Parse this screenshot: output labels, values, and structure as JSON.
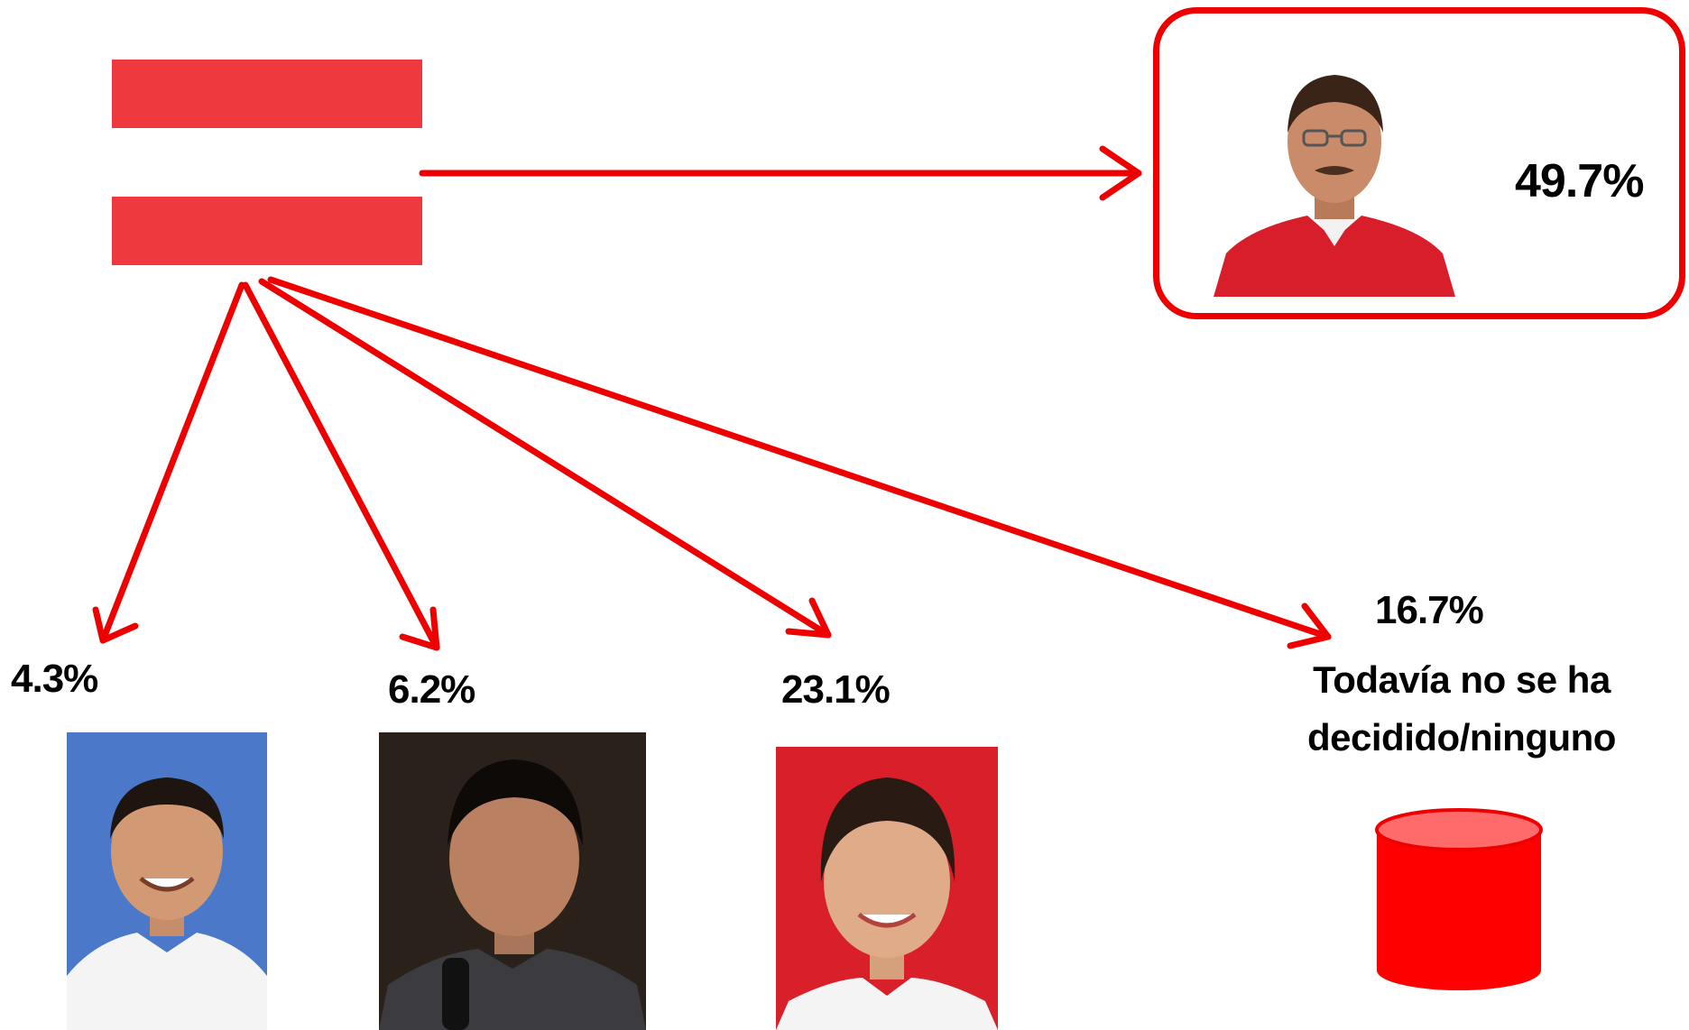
{
  "colors": {
    "accent": "#ee0000",
    "flag_stripe": "#ee3a3f",
    "cylinder_top": "#ff6b6b",
    "cylinder_body": "#ff0000"
  },
  "party_symbol": {
    "icon": "red-white-red-flag-icon"
  },
  "winner": {
    "percentage": "49.7%",
    "photo_icon": "candidate-portrait-red-shirt"
  },
  "candidates": [
    {
      "percentage": "4.3%",
      "photo_icon": "candidate-portrait-blue-background"
    },
    {
      "percentage": "6.2%",
      "photo_icon": "candidate-portrait-dark-background"
    },
    {
      "percentage": "23.1%",
      "photo_icon": "candidate-portrait-red-background"
    }
  ],
  "undecided": {
    "percentage": "16.7%",
    "label_line1": "Todavía no se ha",
    "label_line2": "decidido/ninguno",
    "icon": "red-cylinder-icon"
  }
}
